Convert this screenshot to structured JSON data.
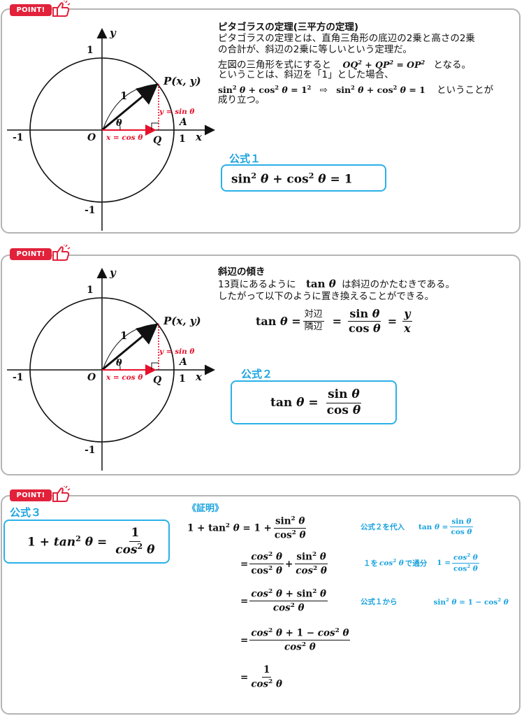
{
  "badge_text": "POINT!",
  "colors": {
    "accent_red": "#e2213a",
    "accent_cyan": "#1aa3df",
    "label_red": "#e8102a",
    "panel_border": "#b4b4b4"
  },
  "figure": {
    "y_label": "y",
    "x_label": "x",
    "origin": "O",
    "one": "1",
    "neg_one": "-1",
    "point_p": "P(x, y)",
    "point_a": "A",
    "point_q": "Q",
    "radius": "1",
    "angle": "θ",
    "x_eq": "x = cos θ",
    "y_eq": "y = sin θ"
  },
  "section1": {
    "heading": "ピタゴラスの定理(三平方の定理)",
    "line1": "ピタゴラスの定理とは、直角三角形の底辺の2乗と高さの2乗",
    "line2": "の合計が、斜辺の2乗に等しいという定理だ。",
    "line3a": "左図の三角形を式にすると",
    "line3b": "となる。",
    "line4": "ということは、斜辺を「1」とした場合、",
    "line5b": "ということが",
    "line6": "成り立つ。",
    "formula_label": "公式１"
  },
  "section2": {
    "heading": "斜辺の傾き",
    "line1a": "13頁にあるように",
    "line1b": "は斜辺のかたむきである。",
    "line2": "したがって以下のように置き換えることができる。",
    "opp": "対辺",
    "adj": "隣辺",
    "formula_label": "公式２"
  },
  "section3": {
    "formula_label": "公式３",
    "proof_title": "《証明》",
    "note1": "公式２を代入",
    "note2a": "１を",
    "note2b": "で通分",
    "note3": "公式１から"
  }
}
